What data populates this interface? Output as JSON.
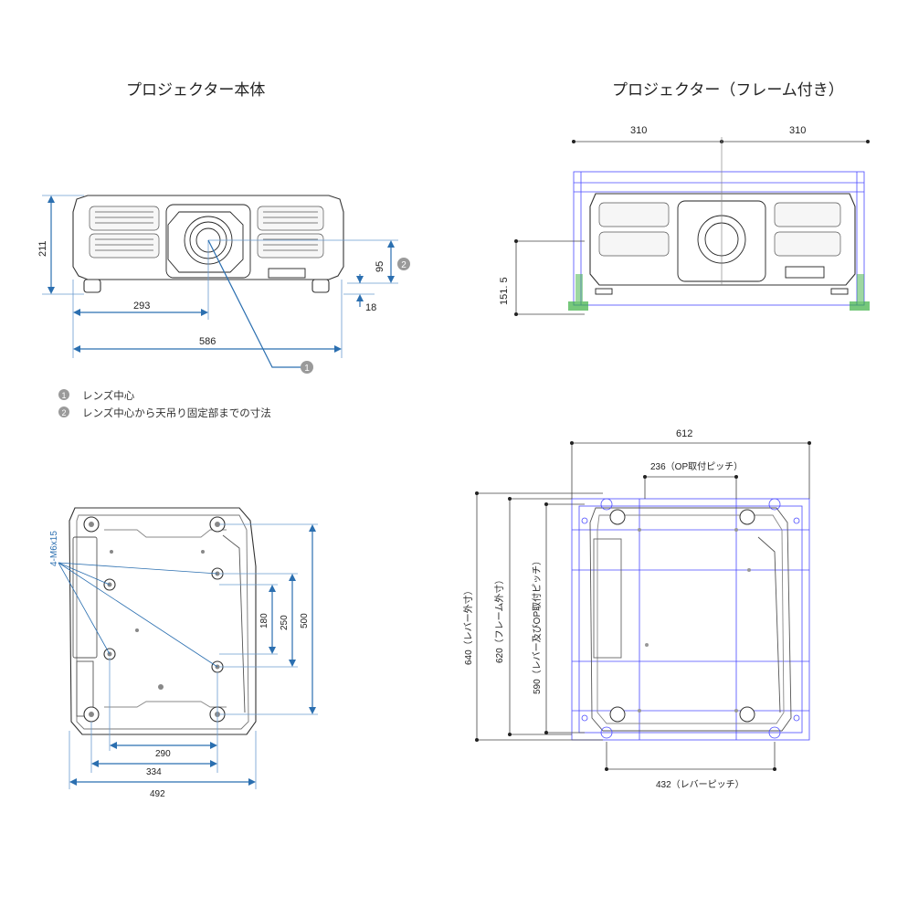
{
  "titles": {
    "left": "プロジェクター本体",
    "right": "プロジェクター（フレーム付き）"
  },
  "front_view": {
    "height": "211",
    "lens_h": "95",
    "foot": "18",
    "lens_x": "293",
    "width": "586",
    "marker_1": "1",
    "marker_2": "2"
  },
  "notes": [
    {
      "num": "1",
      "text": "レンズ中心"
    },
    {
      "num": "2",
      "text": "レンズ中心から天吊り固定部までの寸法"
    }
  ],
  "frame_front": {
    "half_left": "310",
    "half_right": "310",
    "height": "151. 5"
  },
  "bottom_view": {
    "screw": "4-M6x15",
    "d180": "180",
    "d250": "250",
    "d500": "500",
    "d290": "290",
    "d334": "334",
    "d492": "492"
  },
  "frame_top": {
    "width": "612",
    "op_pitch": "236（OP取付ピッチ）",
    "d640": "640（レバー外寸）",
    "d620": "620（フレーム外寸）",
    "d590": "590（レバー及びOP取付ピッチ）",
    "lever_pitch": "432（レバーピッチ）"
  },
  "colors": {
    "dimension": "#2b6fb0",
    "frame": "#4a4aff",
    "foot_green": "#3cb043"
  }
}
